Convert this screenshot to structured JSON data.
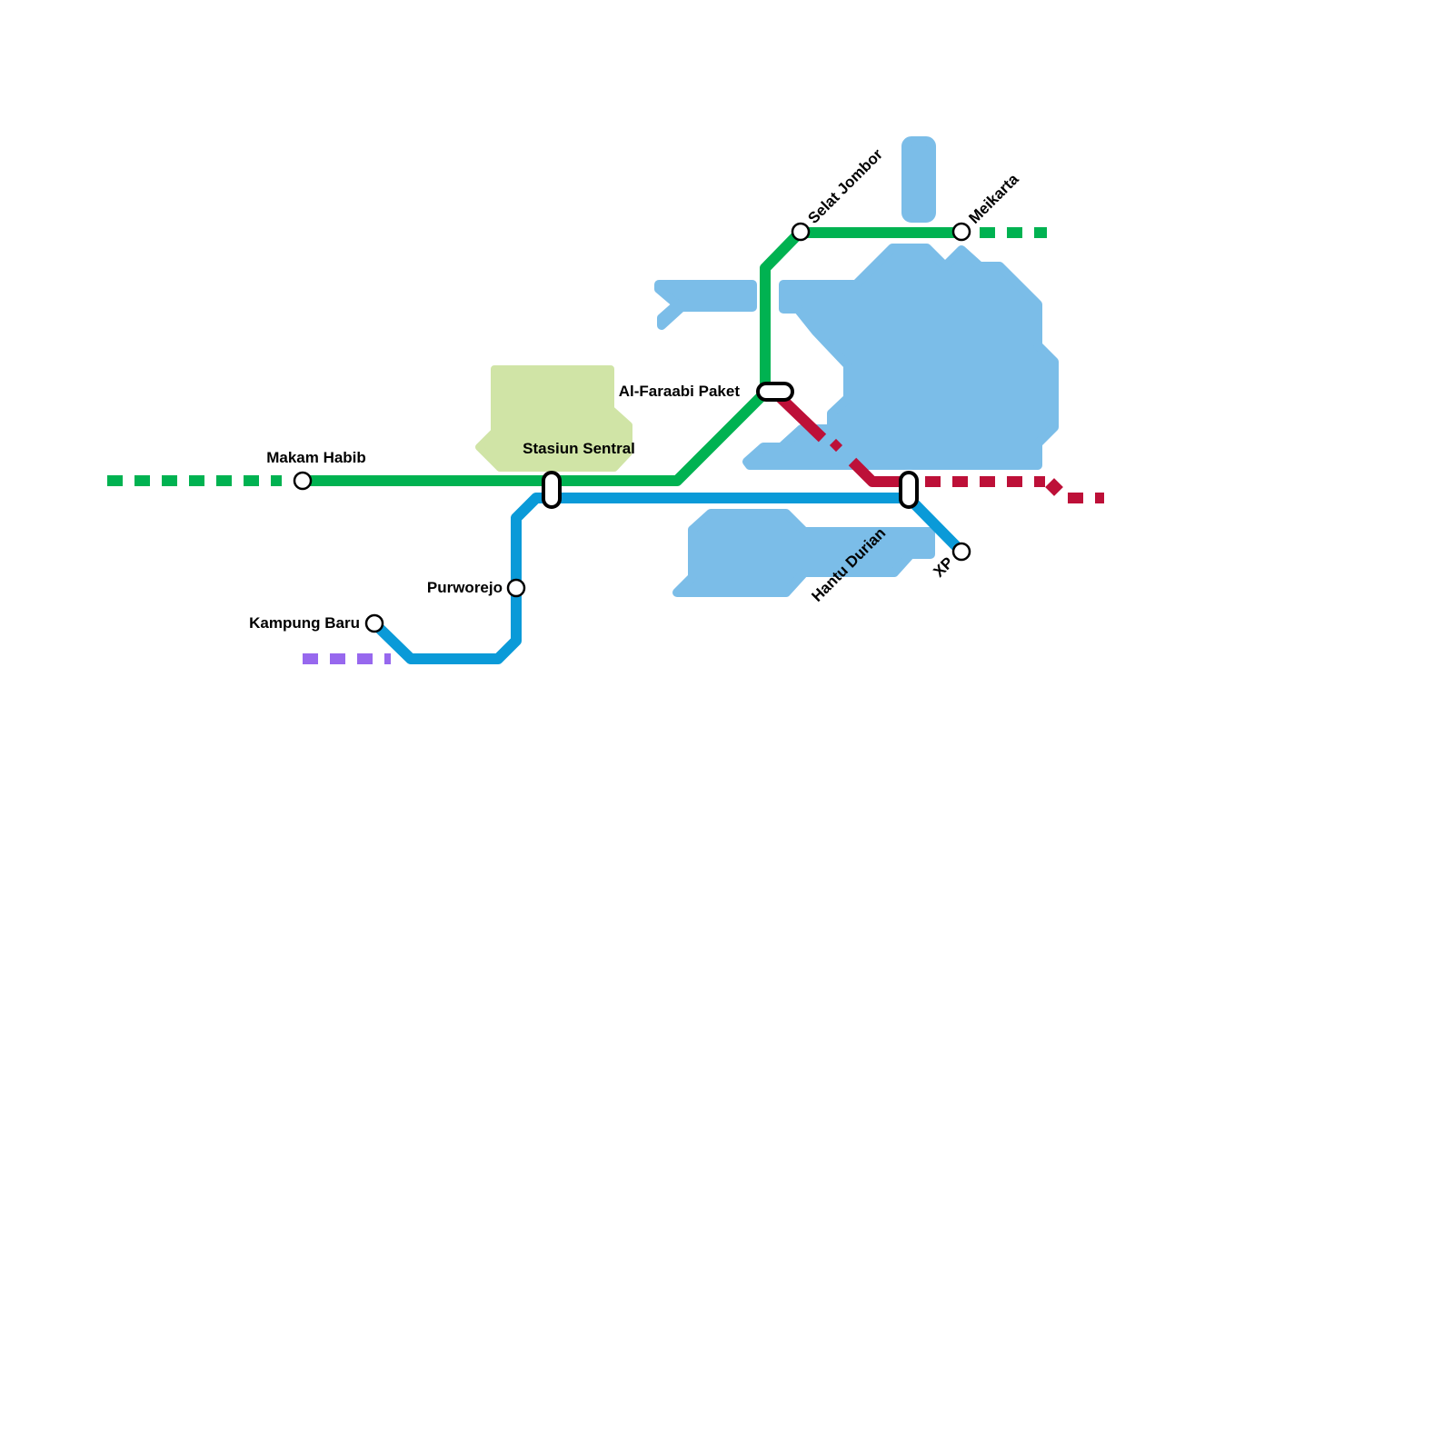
{
  "colors": {
    "green_line": "#00b251",
    "blue_line": "#0a9ad8",
    "red_line": "#bd1038",
    "purple_line": "#9768ee",
    "water": "#7bbde8",
    "park": "#d0e4a6"
  },
  "stations": {
    "makam_habib": "Makam Habib",
    "stasiun_sentral": "Stasiun Sentral",
    "al_faraabi_paket": "Al-Faraabi Paket",
    "selat_jombor": "Selat Jombor",
    "meikarta": "Meikarta",
    "hantu_durian": "Hantu Durian",
    "xp": "XP",
    "purworejo": "Purworejo",
    "kampung_baru": "Kampung Baru"
  }
}
